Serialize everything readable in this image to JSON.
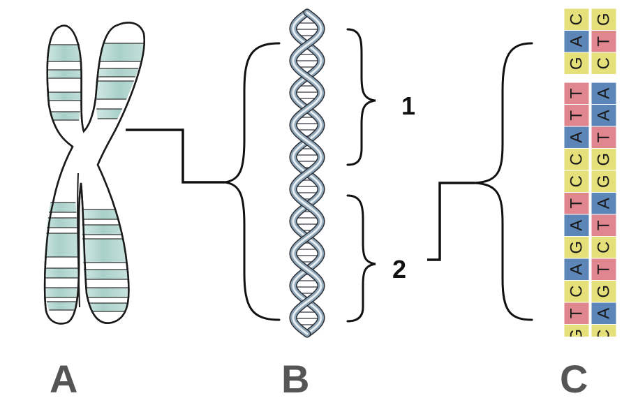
{
  "panels": {
    "a": {
      "label": "A"
    },
    "b": {
      "label": "B"
    },
    "c": {
      "label": "C"
    }
  },
  "callouts": {
    "one": "1",
    "two": "2"
  },
  "colors": {
    "A": "#5d86b8",
    "T": "#e0868f",
    "G": "#e6e07a",
    "C": "#e6e07a",
    "chromosome_band": "#a9d0ca",
    "dna_strand": "#8ea6b8"
  },
  "sequence_top": {
    "left": [
      "C",
      "A",
      "G"
    ],
    "right": [
      "G",
      "T",
      "C"
    ]
  },
  "sequence_bottom": {
    "left": [
      "T",
      "T",
      "A",
      "C",
      "C",
      "T",
      "A",
      "G",
      "A",
      "C",
      "T",
      "G"
    ],
    "right": [
      "A",
      "A",
      "T",
      "G",
      "G",
      "A",
      "T",
      "C",
      "T",
      "G",
      "A",
      "C"
    ]
  }
}
